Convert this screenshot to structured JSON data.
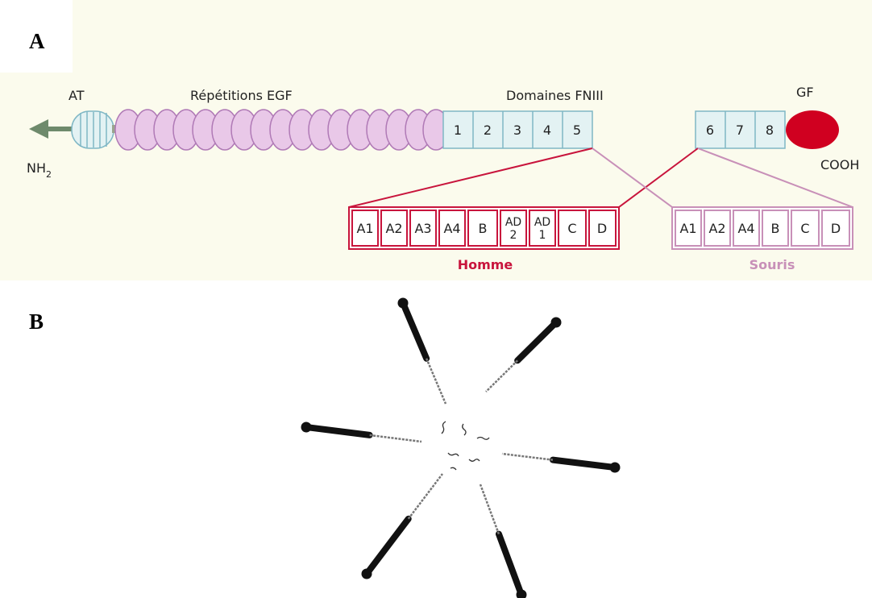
{
  "panel_a": {
    "letter": "A",
    "at_label": "AT",
    "nh2_label": "NH",
    "nh2_subscript": "2",
    "egf_label": "Répétitions EGF",
    "fn_label": "Domaines FNIII",
    "gf_label": "GF",
    "cooh_label": "COOH",
    "fn_domains_left": [
      "1",
      "2",
      "3",
      "4",
      "5"
    ],
    "fn_domains_right": [
      "6",
      "7",
      "8"
    ],
    "human_label": "Homme",
    "human_domains": [
      "A1",
      "A2",
      "A3",
      "A4",
      "B",
      "AD2",
      "AD1",
      "C",
      "D"
    ],
    "mouse_label": "Souris",
    "mouse_domains": [
      "A1",
      "A2",
      "A4",
      "B",
      "C",
      "D"
    ],
    "colors": {
      "background": "#fbfbed",
      "fn_fill": "#e3f2f3",
      "fn_stroke": "#7fb7c5",
      "egf_fill": "#e9c8e8",
      "egf_stroke": "#b07ab6",
      "human": "#c8143c",
      "mouse": "#c890b8",
      "gf": "#d00020",
      "arrow": "#6e8a6c"
    }
  },
  "panel_b": {
    "letter": "B",
    "arms": 6,
    "description_icons": "hexabrachion-arms"
  }
}
